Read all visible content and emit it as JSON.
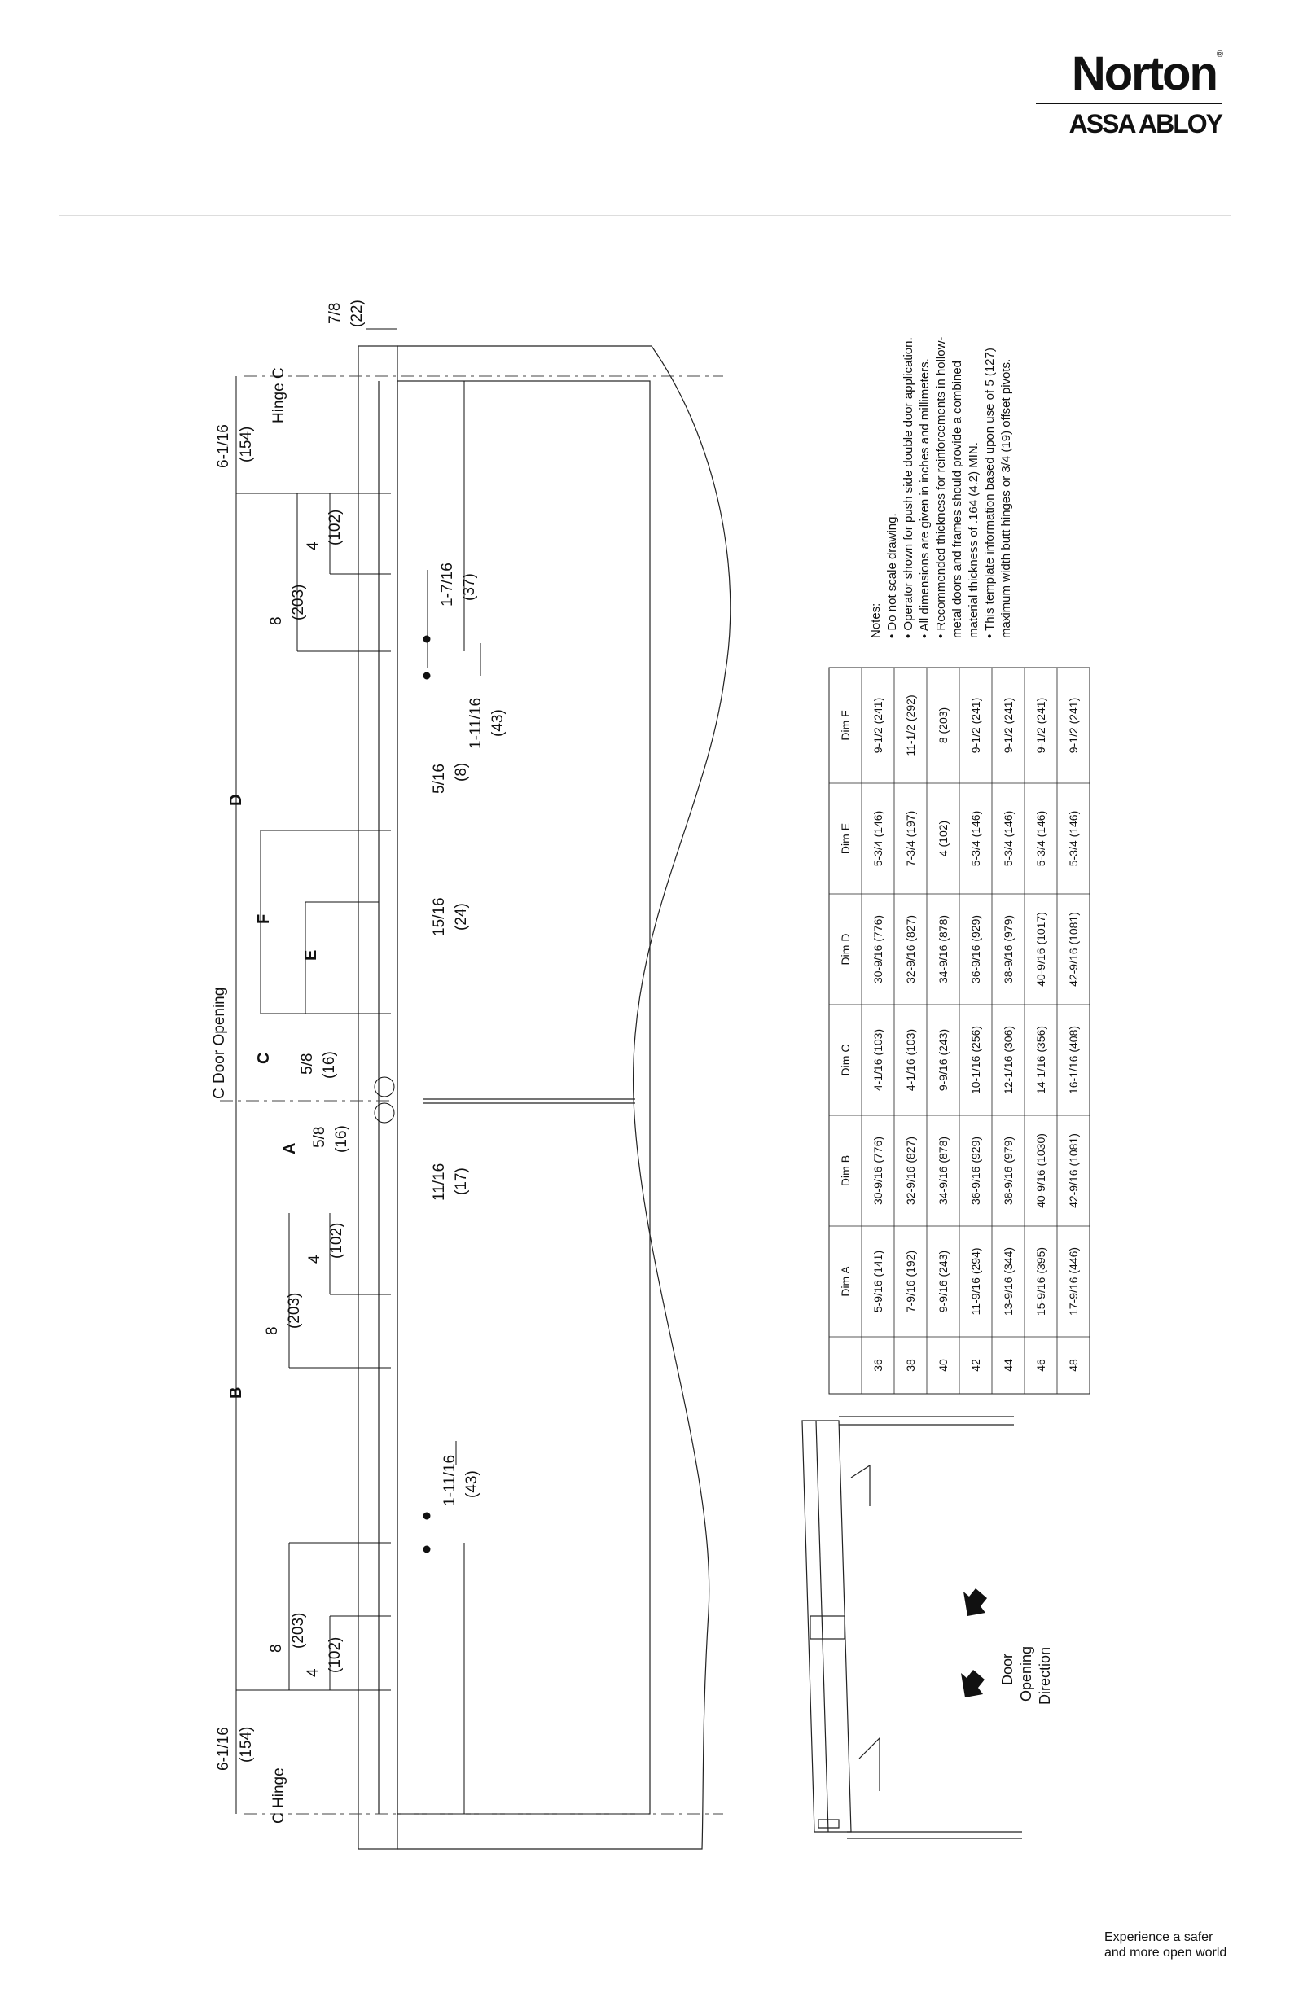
{
  "brand": {
    "name": "Norton",
    "mark": "®",
    "parent": "ASSA ABLOY",
    "tagline_1": "Experience a safer",
    "tagline_2": "and more open world"
  },
  "drawing": {
    "hinge_left": "Hinge",
    "hinge_right": "Hinge",
    "door_opening_center": "Door Opening",
    "centerline_symbol": "C",
    "letters": {
      "a": "A",
      "b": "B",
      "c": "C",
      "d": "D",
      "e": "E",
      "f": "F"
    },
    "dims": {
      "hinge_offset_in": "6-1/16",
      "hinge_offset_mm": "(154)",
      "eight_in": "8",
      "eight_mm": "(203)",
      "four_in": "4",
      "four_mm": "(102)",
      "five_eighths_in": "5/8",
      "five_eighths_mm": "(16)",
      "eleven_sixteenths_in": "11/16",
      "eleven_sixteenths_mm": "(17)",
      "fifteen_sixteenths_in": "15/16",
      "fifteen_sixteenths_mm": "(24)",
      "five_sixteenths_in": "5/16",
      "five_sixteenths_mm": "(8)",
      "one_eleven_in": "1-11/16",
      "one_eleven_mm": "(43)",
      "one_seven_in": "1-7/16",
      "one_seven_mm": "(37)",
      "seven_eighths_in": "7/8",
      "seven_eighths_mm": "(22)"
    },
    "direction_lines": [
      "Door",
      "Opening",
      "Direction"
    ]
  },
  "table": {
    "headers": [
      "",
      "Dim A",
      "Dim B",
      "Dim C",
      "Dim D",
      "Dim E",
      "Dim F"
    ],
    "rows": [
      [
        "36",
        "5-9/16 (141)",
        "30-9/16 (776)",
        "4-1/16 (103)",
        "30-9/16 (776)",
        "5-3/4 (146)",
        "9-1/2 (241)"
      ],
      [
        "38",
        "7-9/16 (192)",
        "32-9/16 (827)",
        "4-1/16 (103)",
        "32-9/16 (827)",
        "7-3/4 (197)",
        "11-1/2 (292)"
      ],
      [
        "40",
        "9-9/16 (243)",
        "34-9/16 (878)",
        "9-9/16 (243)",
        "34-9/16 (878)",
        "4 (102)",
        "8 (203)"
      ],
      [
        "42",
        "11-9/16 (294)",
        "36-9/16 (929)",
        "10-1/16 (256)",
        "36-9/16 (929)",
        "5-3/4 (146)",
        "9-1/2 (241)"
      ],
      [
        "44",
        "13-9/16 (344)",
        "38-9/16 (979)",
        "12-1/16 (306)",
        "38-9/16 (979)",
        "5-3/4 (146)",
        "9-1/2 (241)"
      ],
      [
        "46",
        "15-9/16 (395)",
        "40-9/16 (1030)",
        "14-1/16 (356)",
        "40-9/16 (1017)",
        "5-3/4 (146)",
        "9-1/2 (241)"
      ],
      [
        "48",
        "17-9/16 (446)",
        "42-9/16 (1081)",
        "16-1/16 (408)",
        "42-9/16 (1081)",
        "5-3/4 (146)",
        "9-1/2 (241)"
      ]
    ]
  },
  "notes": {
    "title": "Notes:",
    "lines": [
      "•  Do not scale drawing.",
      "•  Operator shown for push side double door application.",
      "•  All dimensions are given in inches and millimeters.",
      "•  Recommended thickness for reinforcements in hollow-",
      "    metal doors and frames should provide a combined",
      "    material thickness of .164 (4.2) MIN.",
      "•  This template information based upon use of 5 (127)",
      "    maximum width butt hinges or 3/4 (19) offset pivots."
    ]
  }
}
